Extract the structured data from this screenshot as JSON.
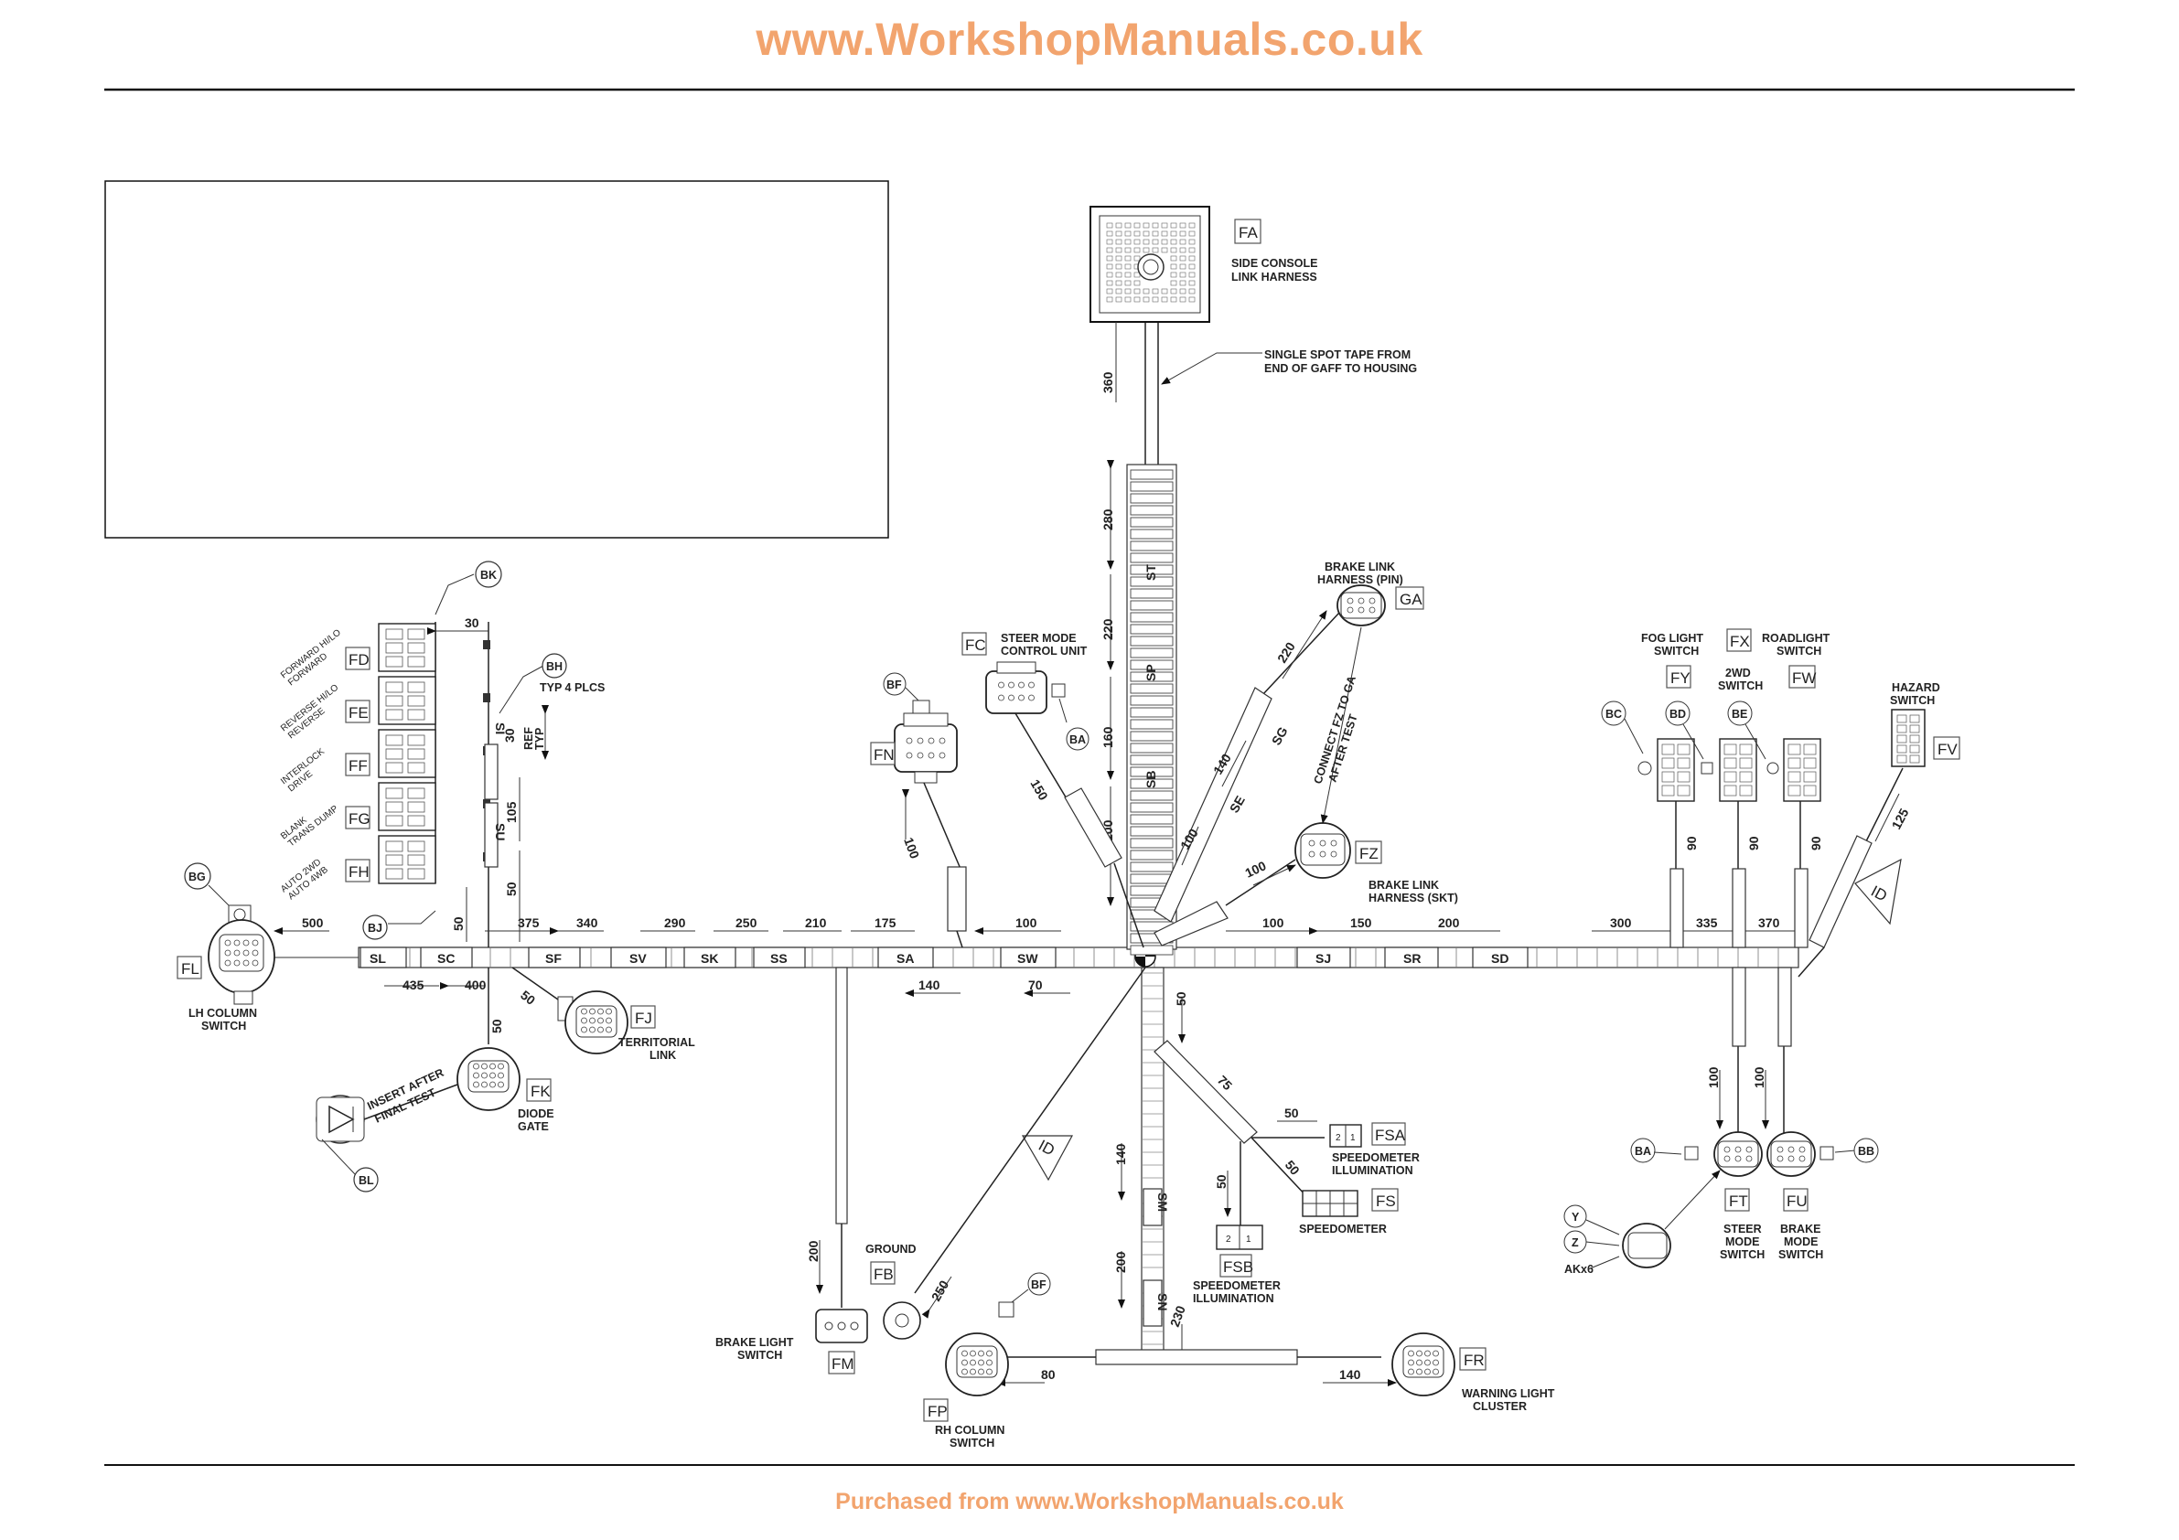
{
  "header": {
    "site": "www.WorkshopManuals.co.uk"
  },
  "footer": {
    "purchased": "Purchased from www.WorkshopManuals.co.uk"
  },
  "connectors": {
    "FA": {
      "code": "FA",
      "lines": [
        "SIDE CONSOLE",
        "LINK HARNESS"
      ]
    },
    "FC": {
      "code": "FC",
      "lines": [
        "STEER MODE",
        "CONTROL UNIT"
      ]
    },
    "GA": {
      "code": "GA",
      "lines": [
        "BRAKE LINK",
        "HARNESS (PIN)"
      ]
    },
    "FZ": {
      "code": "FZ",
      "lines": [
        "BRAKE LINK",
        "HARNESS (SKT)"
      ]
    },
    "FN": {
      "code": "FN"
    },
    "FL": {
      "code": "FL",
      "lines": [
        "LH COLUMN",
        "SWITCH"
      ]
    },
    "FJ": {
      "code": "FJ",
      "lines": [
        "TERRITORIAL",
        "LINK"
      ]
    },
    "FK": {
      "code": "FK",
      "lines": [
        "DIODE",
        "GATE"
      ]
    },
    "FD": {
      "code": "FD",
      "lines": [
        "FORWARD HI/LO",
        "FORWARD"
      ]
    },
    "FE": {
      "code": "FE",
      "lines": [
        "REVERSE HI/LO",
        "REVERSE"
      ]
    },
    "FF": {
      "code": "FF",
      "lines": [
        "INTERLOCK",
        "DRIVE"
      ]
    },
    "FG": {
      "code": "FG",
      "lines": [
        "BLANK",
        "TRANS DUMP"
      ]
    },
    "FH": {
      "code": "FH",
      "lines": [
        "AUTO 2WD",
        "AUTO 4WB"
      ]
    },
    "FM": {
      "code": "FM",
      "lines": [
        "BRAKE LIGHT",
        "SWITCH"
      ]
    },
    "FB": {
      "code": "FB",
      "lines": [
        "GROUND"
      ]
    },
    "FP": {
      "code": "FP",
      "lines": [
        "RH COLUMN",
        "SWITCH"
      ]
    },
    "FR": {
      "code": "FR",
      "lines": [
        "WARNING LIGHT",
        "CLUSTER"
      ]
    },
    "FS": {
      "code": "FS",
      "lines": [
        "SPEEDOMETER"
      ]
    },
    "FSA": {
      "code": "FSA",
      "lines": [
        "SPEEDOMETER",
        "ILLUMINATION"
      ]
    },
    "FSB": {
      "code": "FSB",
      "lines": [
        "SPEEDOMETER",
        "ILLUMINATION"
      ]
    },
    "FY": {
      "code": "FY",
      "lines": [
        "FOG LIGHT",
        "SWITCH"
      ]
    },
    "FX": {
      "code": "FX",
      "lines": [
        "2WD",
        "SWITCH"
      ]
    },
    "FW": {
      "code": "FW",
      "lines": [
        "ROADLIGHT",
        "SWITCH"
      ]
    },
    "FV": {
      "code": "FV",
      "lines": [
        "HAZARD",
        "SWITCH"
      ]
    },
    "FT": {
      "code": "FT",
      "lines": [
        "STEER",
        "MODE",
        "SWITCH"
      ]
    },
    "FU": {
      "code": "FU",
      "lines": [
        "BRAKE",
        "MODE",
        "SWITCH"
      ]
    }
  },
  "circle_refs": [
    "BK",
    "BH",
    "BG",
    "BJ",
    "BL",
    "BF",
    "BA",
    "BC",
    "BD",
    "BE",
    "BB",
    "Y",
    "Z",
    "AKx6"
  ],
  "notes": {
    "spot_tape": [
      "SINGLE SPOT TAPE FROM",
      "END OF GAFF TO HOUSING"
    ],
    "typ4": "TYP 4 PLCS",
    "insert_after": [
      "INSERT AFTER",
      "FINAL TEST"
    ],
    "connect_fz": [
      "CONNECT FZ TO GA",
      "AFTER TEST"
    ],
    "ref_typ": [
      "REF",
      "TYP"
    ],
    "id_flag": "ID"
  },
  "segments": {
    "main": [
      "SL",
      "SC",
      "SF",
      "SV",
      "SK",
      "SS",
      "SA",
      "SW",
      "SJ",
      "SR",
      "SD"
    ],
    "trunk": [
      "ST",
      "SP",
      "SB"
    ],
    "diag": [
      "SG",
      "SE"
    ],
    "vert_left": [
      "SI",
      "SU"
    ],
    "vert_low": [
      "SM",
      "SN"
    ]
  },
  "dims": {
    "d360": "360",
    "d280": "280",
    "d220": "220",
    "d160": "160",
    "d100": "100",
    "d30": "30",
    "d30b": "30",
    "d105": "105",
    "d50a": "50",
    "d50b": "50",
    "d500": "500",
    "d375": "375",
    "d340": "340",
    "d290": "290",
    "d250": "250",
    "d210": "210",
    "d175": "175",
    "d100b": "100",
    "d100c": "100",
    "d150": "150",
    "d200": "200",
    "d300": "300",
    "d335": "335",
    "d370": "370",
    "d435": "435",
    "d400": "400",
    "d140": "140",
    "d70": "70",
    "d50c": "50",
    "d75": "75",
    "d50d": "50",
    "d50e": "50",
    "d50f": "50",
    "d140b": "140",
    "d200b": "200",
    "d230": "230",
    "d80": "80",
    "d140c": "140",
    "d200c": "200",
    "d250b": "250",
    "d150b": "150",
    "d100d": "100",
    "d220b": "220",
    "d140d": "140",
    "d100e": "100",
    "d100f": "100",
    "d90a": "90",
    "d90b": "90",
    "d90c": "90",
    "d125": "125",
    "d100g": "100",
    "d100h": "100",
    "d50g": "50"
  }
}
